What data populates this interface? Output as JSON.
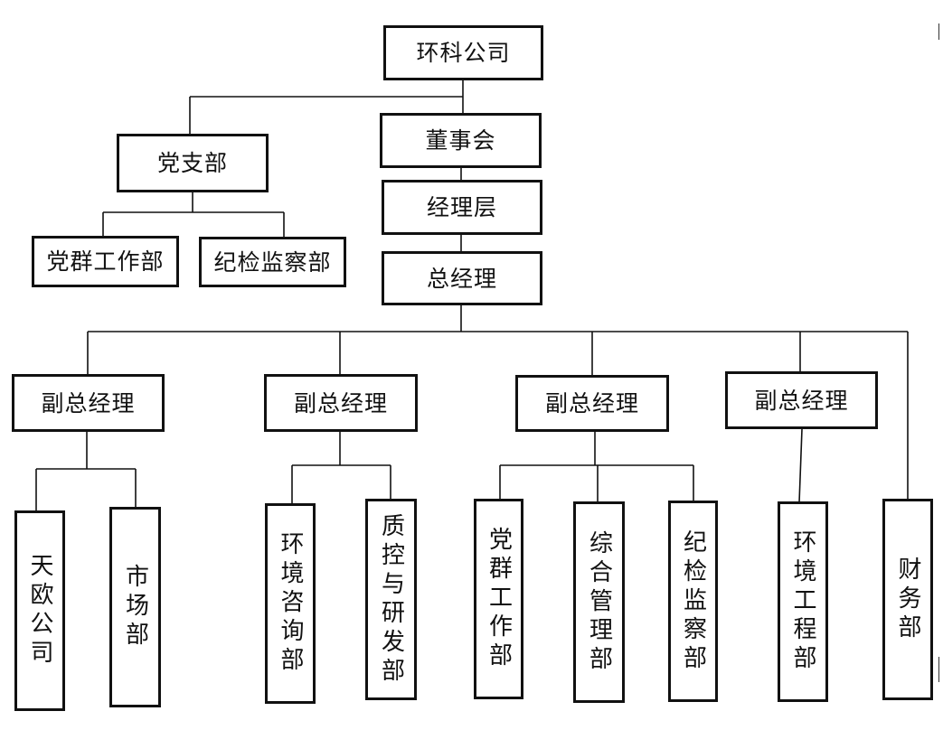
{
  "nodes": {
    "root": "环科公司",
    "board": "董事会",
    "management": "经理层",
    "general_manager": "总经理",
    "party_branch": "党支部",
    "party_mass_work": "党群工作部",
    "discipline_inspection": "纪检监察部",
    "vp1": "副总经理",
    "vp2": "副总经理",
    "vp3": "副总经理",
    "vp4": "副总经理",
    "tianou": "天欧公司",
    "market": "市场部",
    "env_consulting": "环境咨询部",
    "qc_rd": "质控与研发部",
    "party_mass_work2": "党群工作部",
    "general_admin": "综合管理部",
    "discipline_inspection2": "纪检监察部",
    "env_engineering": "环境工程部",
    "finance": "财务部"
  },
  "colors": {
    "line": "#111111",
    "border": "#111111",
    "background": "#ffffff"
  }
}
